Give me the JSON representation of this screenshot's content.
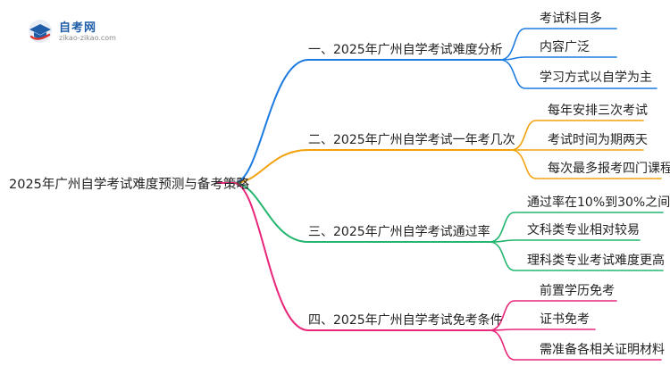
{
  "logo": {
    "title": "自考网",
    "subtitle": "zikao-zikao.com"
  },
  "root": {
    "label": "2025年广州自学考试难度预测与备考策略"
  },
  "colors": {
    "branch1": "#1c7be0",
    "branch2": "#f2a20c",
    "branch3": "#22b56e",
    "branch4": "#e8267a",
    "logo_blue": "#1f5da8",
    "logo_red": "#d8322b"
  },
  "branches": [
    {
      "label": "一、2025年广州自学考试难度分析",
      "color": "#1c7be0",
      "children": [
        "考试科目多",
        "内容广泛",
        "学习方式以自学为主"
      ]
    },
    {
      "label": "二、2025年广州自学考试一年考几次",
      "color": "#f2a20c",
      "children": [
        "每年安排三次考试",
        "考试时间为期两天",
        "每次最多报考四门课程"
      ]
    },
    {
      "label": "三、2025年广州自学考试通过率",
      "color": "#22b56e",
      "children": [
        "通过率在10%到30%之间",
        "文科类专业相对较易",
        "理科类专业考试难度更高"
      ]
    },
    {
      "label": "四、2025年广州自学考试免考条件",
      "color": "#e8267a",
      "children": [
        "前置学历免考",
        "证书免考",
        "需准备各相关证明材料"
      ]
    }
  ]
}
